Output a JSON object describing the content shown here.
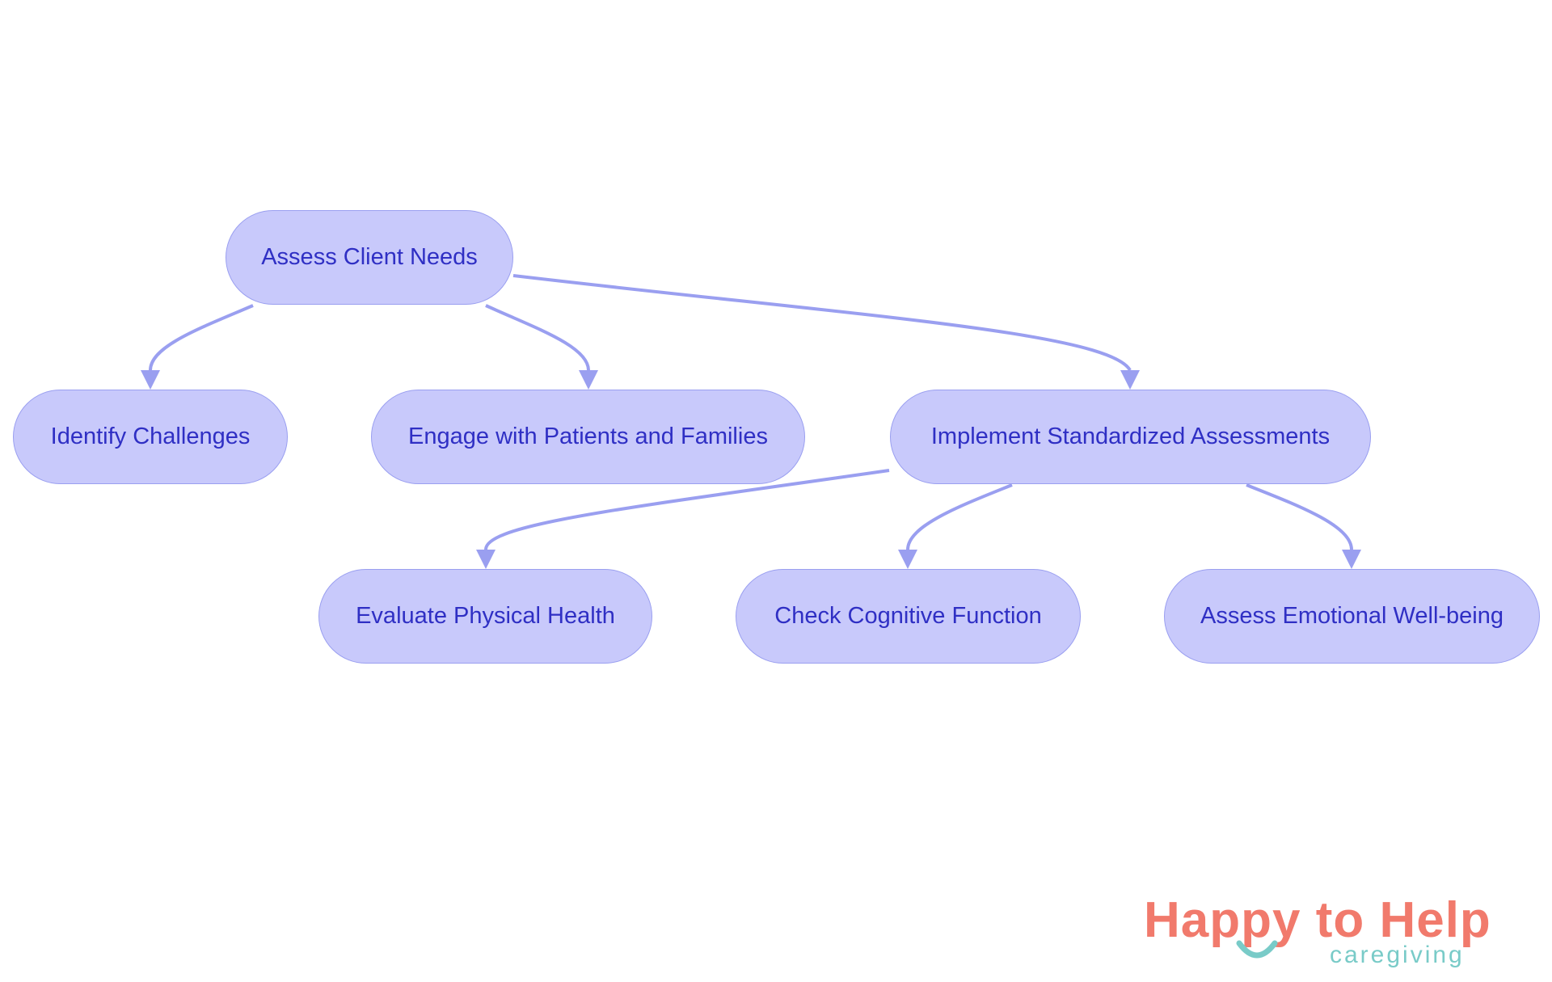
{
  "diagram": {
    "nodes": {
      "root": "Assess Client Needs",
      "identify": "Identify Challenges",
      "engage": "Engage with Patients and Families",
      "implement": "Implement Standardized Assessments",
      "physical": "Evaluate Physical Health",
      "cognitive": "Check Cognitive Function",
      "emotional": "Assess Emotional Well-being"
    },
    "edges": [
      {
        "from": "root",
        "to": "identify"
      },
      {
        "from": "root",
        "to": "engage"
      },
      {
        "from": "root",
        "to": "implement"
      },
      {
        "from": "implement",
        "to": "physical"
      },
      {
        "from": "implement",
        "to": "cognitive"
      },
      {
        "from": "implement",
        "to": "emotional"
      }
    ]
  },
  "colors": {
    "node_fill": "#c8c9fb",
    "node_border": "#9a9ff0",
    "node_text": "#2f2fc4",
    "edge": "#9a9ff0",
    "logo_primary": "#f17a6c",
    "logo_secondary": "#79cbc8"
  },
  "logo": {
    "title": "Happy to Help",
    "subtitle": "caregiving"
  }
}
